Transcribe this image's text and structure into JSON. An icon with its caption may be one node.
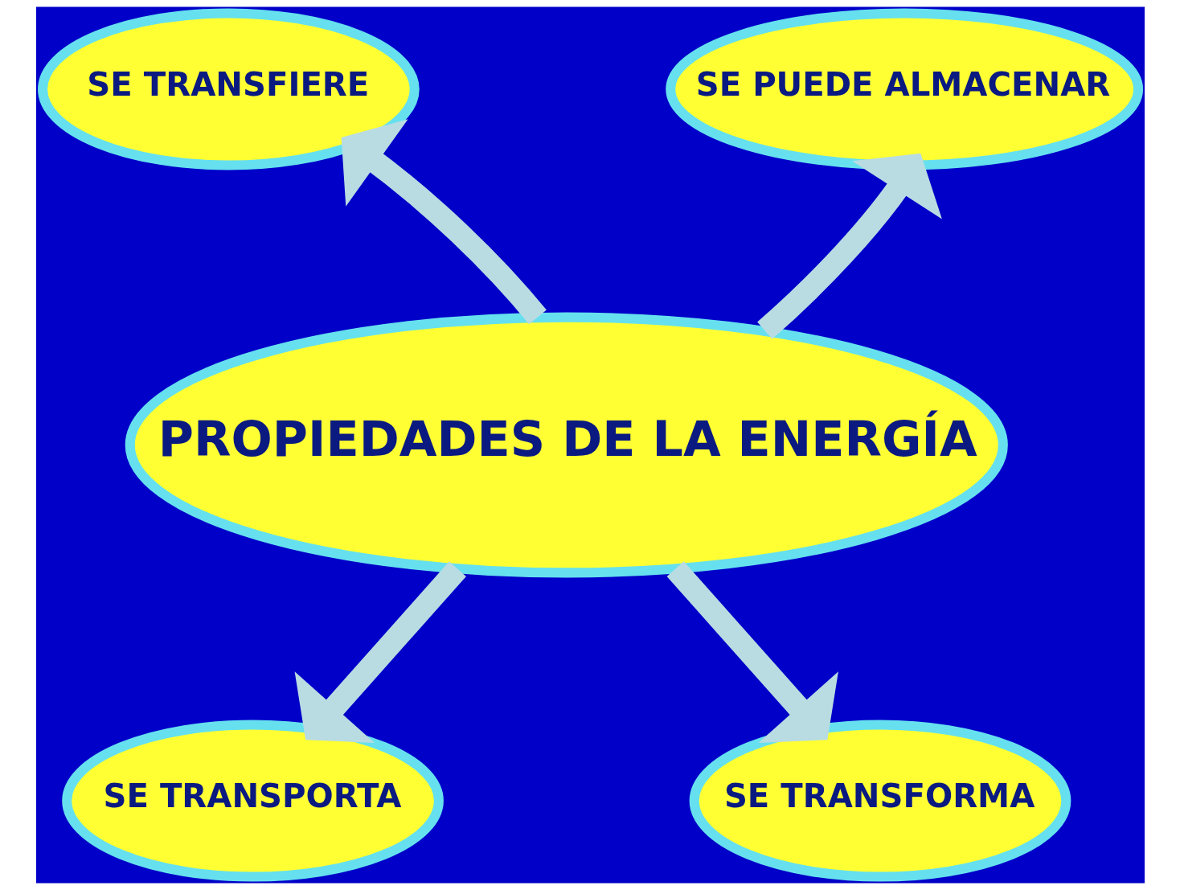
{
  "diagram": {
    "nodes": [
      {
        "text": [
          "PROPIEDADES DE LA ENERGÍA"
        ]
      },
      {
        "text": [
          "SE TRANSFIERE"
        ]
      },
      {
        "text": [
          "SE PUEDE ALMACENAR"
        ]
      },
      {
        "text": [
          "SE TRANSPORTA"
        ]
      },
      {
        "text": [
          "SE TRANSFORMA"
        ]
      }
    ],
    "edges": [
      {
        "from": 0,
        "to": 1,
        "arrow": "to"
      },
      {
        "from": 0,
        "to": 2,
        "arrow": "to"
      },
      {
        "from": 0,
        "to": 3,
        "arrow": "to"
      },
      {
        "from": 0,
        "to": 4,
        "arrow": "to"
      }
    ]
  }
}
